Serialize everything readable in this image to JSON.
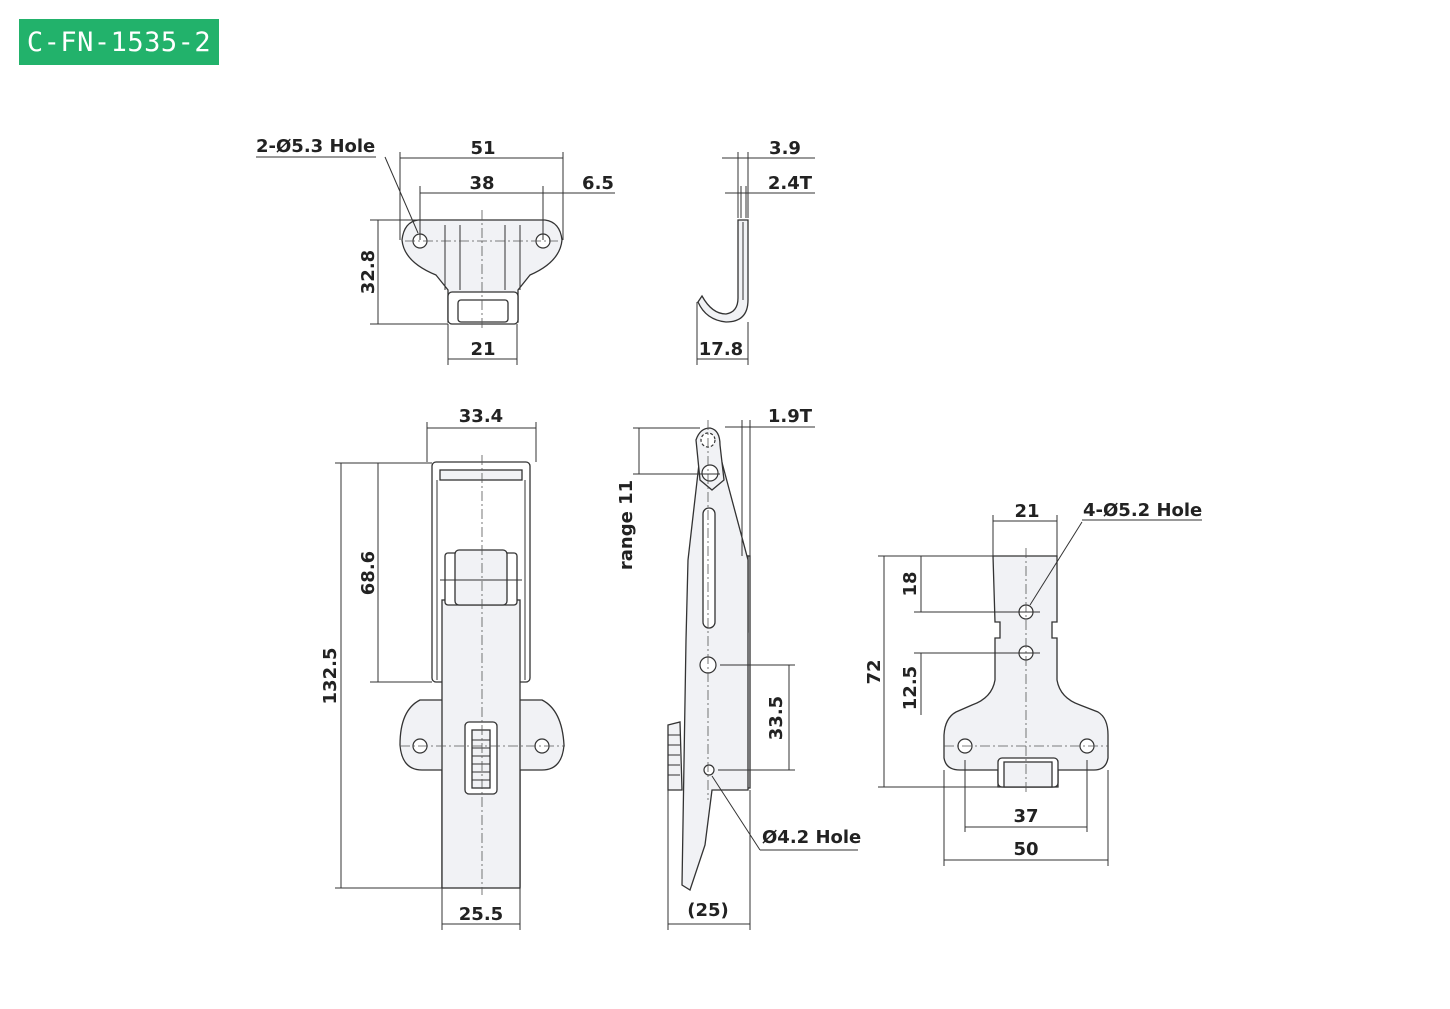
{
  "header": {
    "part_code": "C-FN-1535-2"
  },
  "dimensions": {
    "hole_callout_top": "2-Ø5.3 Hole",
    "top_width_51": "51",
    "top_width_38": "38",
    "top_offset_6_5": "6.5",
    "top_height_32_8": "32.8",
    "top_width_21": "21",
    "hook_3_9": "3.9",
    "hook_2_4t": "2.4T",
    "hook_17_8": "17.8",
    "front_33_4": "33.4",
    "front_68_6": "68.6",
    "front_132_5": "132.5",
    "front_25_5": "25.5",
    "side_1_9t": "1.9T",
    "side_range_11": "range 11",
    "side_33_5": "33.5",
    "side_hole": "Ø4.2 Hole",
    "side_25": "(25)",
    "plate_21": "21",
    "plate_holes": "4-Ø5.2 Hole",
    "plate_18": "18",
    "plate_72": "72",
    "plate_12_5": "12.5",
    "plate_37": "37",
    "plate_50": "50"
  }
}
